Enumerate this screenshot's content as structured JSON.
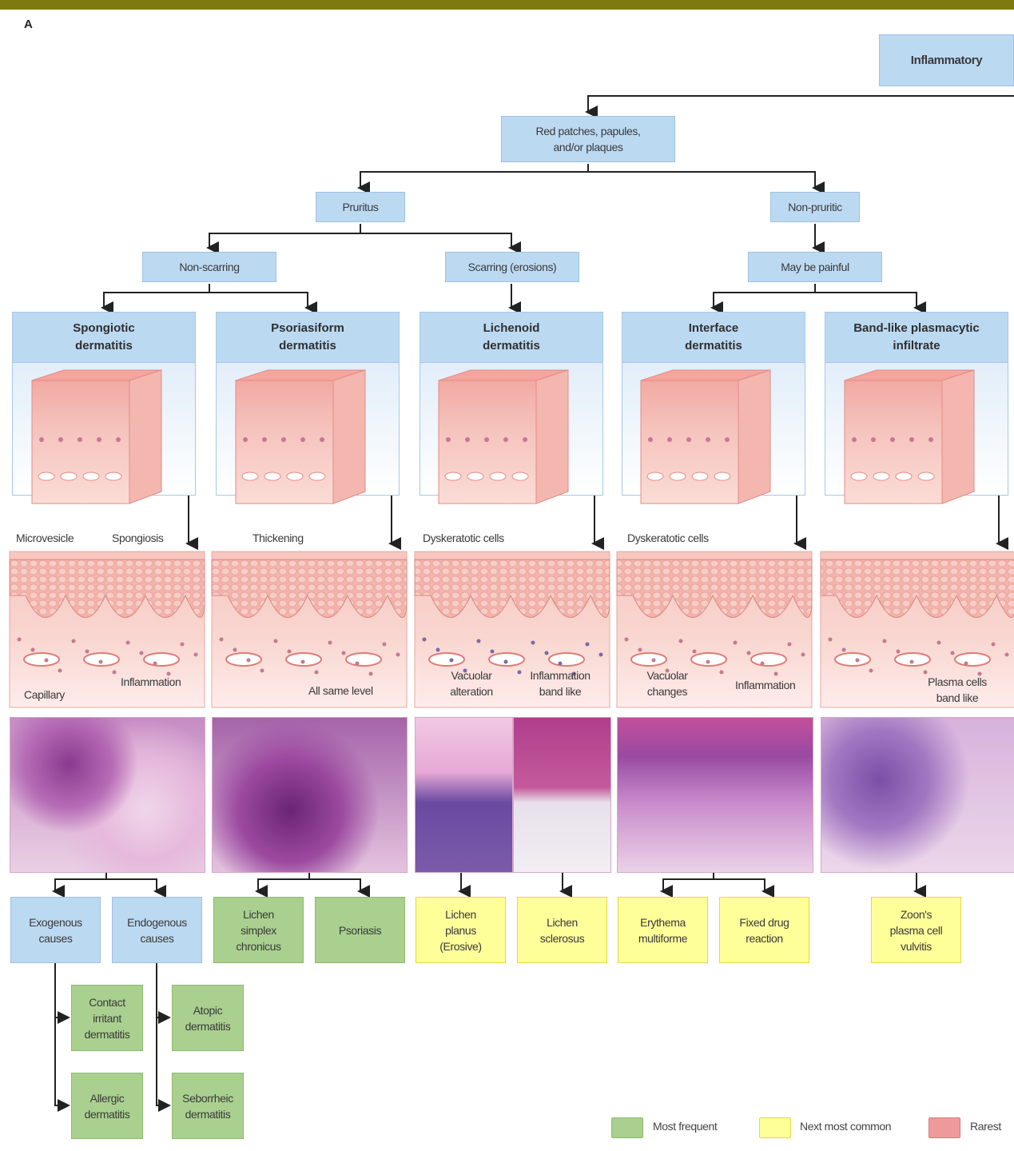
{
  "panel_letter": "A",
  "root": "Inflammatory",
  "level1": "Red patches, papules, and/or plaques",
  "level2": {
    "left": "Pruritus",
    "right": "Non-pruritic"
  },
  "level3": {
    "noscar": "Non-scarring",
    "scar": "Scarring (erosions)",
    "painful": "May be painful"
  },
  "columns": [
    {
      "title": "Spongiotic dermatitis"
    },
    {
      "title": "Psoriasiform dermatitis"
    },
    {
      "title": "Lichenoid dermatitis"
    },
    {
      "title": "Interface dermatitis"
    },
    {
      "title": "Band-like plasmacytic infiltrate"
    }
  ],
  "labels": {
    "microvesicle": "Microvesicle",
    "spongiosis": "Spongiosis",
    "capillary": "Capillary",
    "inflammation1": "Inflammation",
    "thickening": "Thickening",
    "same_level": "All same level",
    "dysk1": "Dyskeratotic cells",
    "vacuolar_alt": "Vacuolar alteration",
    "band_like": "Inflammation band like",
    "dysk2": "Dyskeratotic cells",
    "vacuolar_changes": "Vacuolar changes",
    "inflammation2": "Inflammation",
    "plasma": "Plasma cells band like"
  },
  "outcomes": {
    "exo": "Exogenous causes",
    "endo": "Endogenous causes",
    "lsc": "Lichen simplex chronicus",
    "psoriasis": "Psoriasis",
    "lichen_planus": "Lichen planus (Erosive)",
    "lichen_sclerosus": "Lichen sclerosus",
    "erythema": "Erythema multiforme",
    "fixed_drug": "Fixed drug reaction",
    "zoon": "Zoon's plasma cell vulvitis",
    "contact": "Contact irritant dermatitis",
    "allergic": "Allergic dermatitis",
    "atopic": "Atopic dermatitis",
    "seborrheic": "Seborrheic dermatitis"
  },
  "legend": [
    {
      "label": "Most frequent",
      "color": "#a9d08e"
    },
    {
      "label": "Next most common",
      "color": "#ffff99"
    },
    {
      "label": "Rarest",
      "color": "#ee9a9a"
    }
  ]
}
